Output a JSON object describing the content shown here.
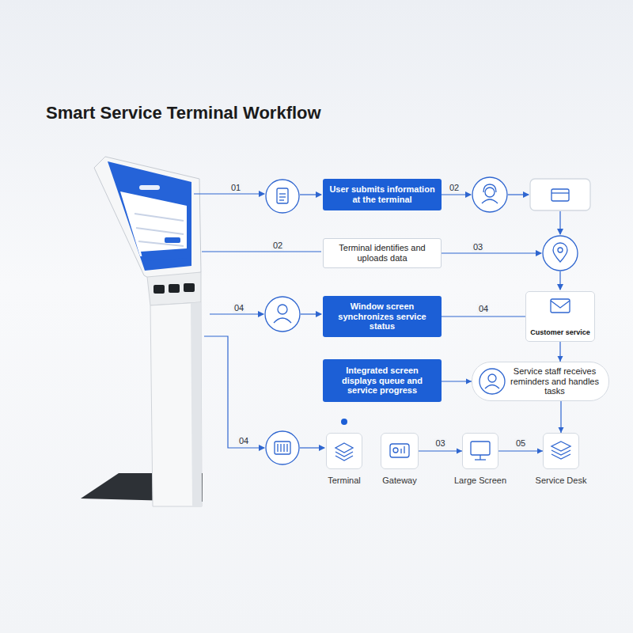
{
  "diagram": {
    "title": "Smart Service Terminal Workflow",
    "nodes": [
      {
        "text": [
          "User submits information at the terminal"
        ]
      },
      {
        "text": [
          "Terminal identifies and uploads data"
        ]
      },
      {
        "text": [
          "Window screen synchronizes service status"
        ]
      },
      {
        "text": [
          "Customer service"
        ]
      },
      {
        "text": [
          "Integrated screen displays queue and service progress"
        ]
      },
      {
        "text": [
          "Service staff receives reminders and handles tasks"
        ]
      },
      {
        "text": [
          "Terminal"
        ]
      },
      {
        "text": [
          "Gateway"
        ]
      },
      {
        "text": [
          "Large Screen"
        ]
      },
      {
        "text": [
          "Service Desk"
        ]
      }
    ],
    "edges": [
      {
        "from": 2,
        "to": 3,
        "label": "04",
        "arrow": "none"
      },
      {
        "from": 3,
        "to": 5,
        "arrow": "to"
      },
      {
        "from": 4,
        "to": 5,
        "arrow": "to"
      },
      {
        "from": 5,
        "to": 9,
        "arrow": "to"
      },
      {
        "from": 7,
        "to": 8,
        "label": "03",
        "arrow": "to"
      },
      {
        "from": 8,
        "to": 9,
        "label": "05",
        "arrow": "to"
      }
    ],
    "labels": [
      "01",
      "02",
      "02",
      "03",
      "04",
      "04"
    ]
  }
}
